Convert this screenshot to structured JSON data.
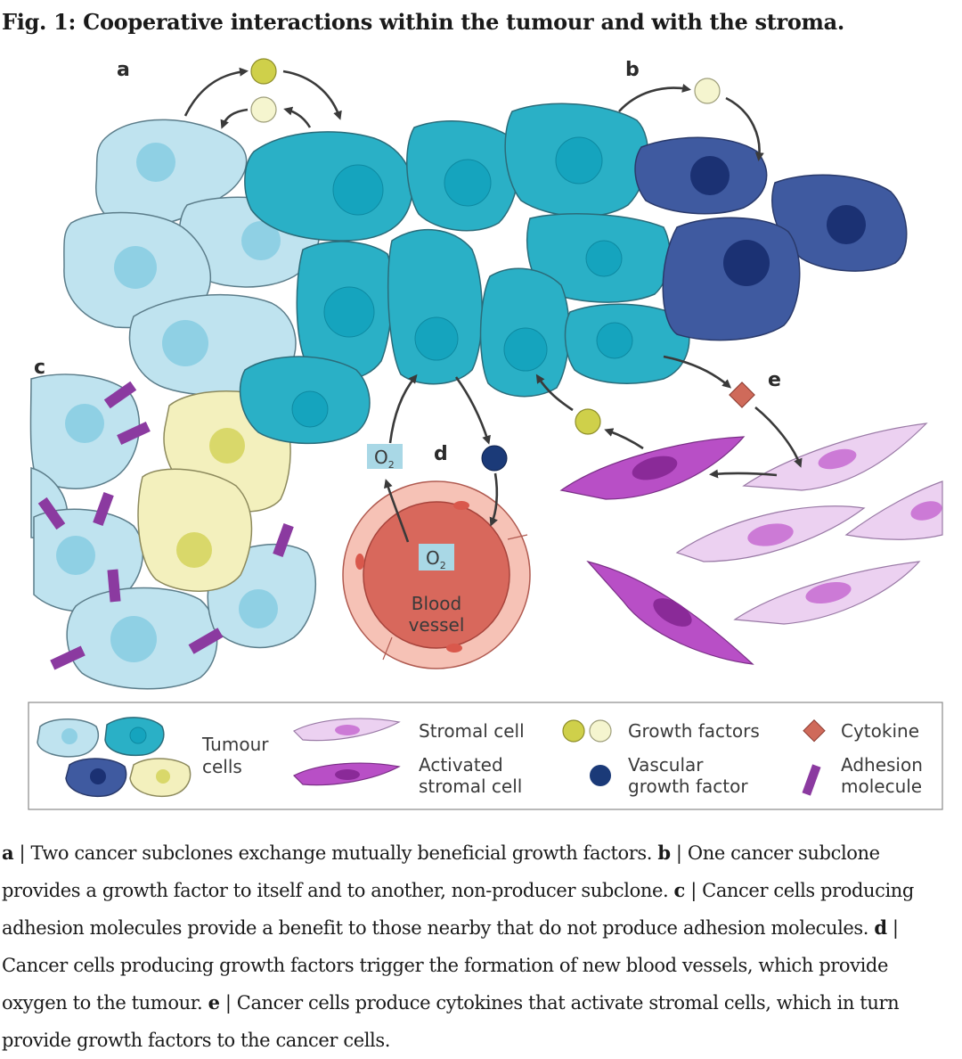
{
  "figure": {
    "title": "Fig. 1: Cooperative interactions within the tumour and with the stroma.",
    "panel_labels": {
      "a": "a",
      "b": "b",
      "c": "c",
      "d": "d",
      "e": "e"
    },
    "diagram_text": {
      "o2_top": "O",
      "o2_top_sub": "2",
      "o2_vessel": "O",
      "o2_vessel_sub": "2",
      "blood_vessel_line1": "Blood",
      "blood_vessel_line2": "vessel"
    },
    "legend": {
      "tumour_cells_line1": "Tumour",
      "tumour_cells_line2": "cells",
      "stromal_cell": "Stromal cell",
      "activated_line1": "Activated",
      "activated_line2": "stromal cell",
      "growth_factors": "Growth factors",
      "vascular_line1": "Vascular",
      "vascular_line2": "growth factor",
      "cytokine": "Cytokine",
      "adhesion_line1": "Adhesion",
      "adhesion_line2": "molecule"
    },
    "colors": {
      "light_blue_cell": "#bfe3ef",
      "teal_cell": "#2ab0c6",
      "navy_cell": "#3f5aa0",
      "yellow_cell": "#f3f0bd",
      "stromal_cell": "#ecd1f1",
      "activated_stromal_cell": "#b84fc6",
      "growth_factor_yellow": "#cfd04a",
      "growth_factor_pale": "#f5f5cf",
      "vascular_growth_factor": "#1b3a78",
      "cytokine": "#cf6a5a",
      "adhesion_molecule": "#8b3aa0",
      "blood_vessel": "#d8685c"
    }
  },
  "caption": [
    {
      "label": "a",
      "text": " | Two cancer subclones exchange mutually beneficial growth factors. "
    },
    {
      "label": "b",
      "text": " | One cancer subclone provides a growth factor to itself and to another, non-producer subclone. "
    },
    {
      "label": "c",
      "text": " | Cancer cells producing adhesion molecules provide a benefit to those nearby that do not produce adhesion molecules. "
    },
    {
      "label": "d",
      "text": " | Cancer cells producing growth factors trigger the formation of new blood vessels, which provide oxygen to the tumour. "
    },
    {
      "label": "e",
      "text": " | Cancer cells produce cytokines that activate stromal cells, which in turn provide growth factors to the cancer cells."
    }
  ]
}
